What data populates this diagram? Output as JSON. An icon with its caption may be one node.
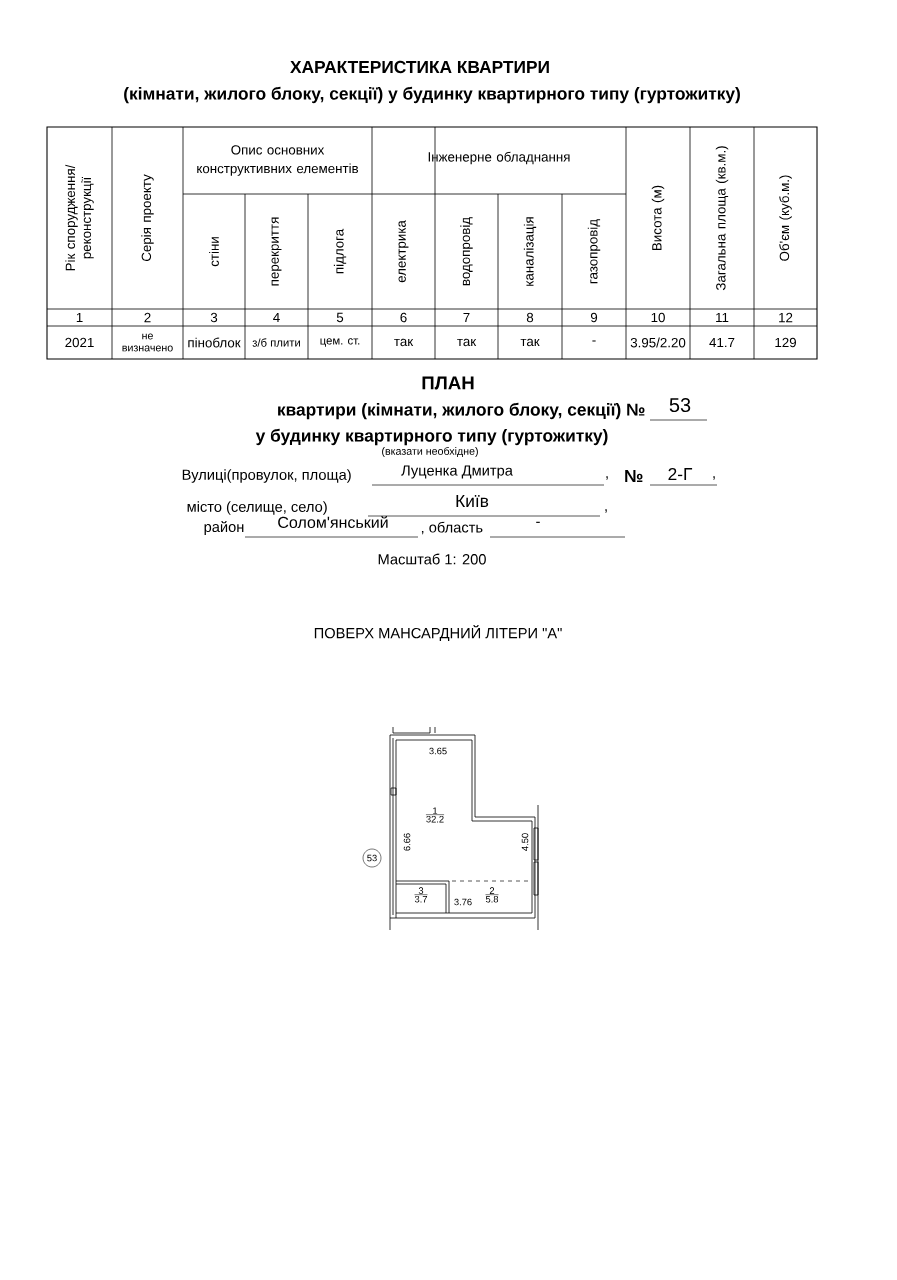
{
  "diagram": {
    "title": "ХАРАКТЕРИСТИКА КВАРТИРИ",
    "nodes": [
      {
        "text": [
          "53"
        ]
      },
      {
        "text": [
          "1",
          "32.2"
        ]
      },
      {
        "text": [
          "3",
          "3.7"
        ]
      },
      {
        "text": [
          "2",
          "5.8"
        ]
      }
    ],
    "labels": [
      "(кімнати, жилого блоку, секції) у будинку квартирного типу (гуртожитку)",
      "Рік спорудження/ реконструкції",
      "Серія проекту",
      "Опис основних конструктивних елементів",
      "Інженерне обладнання",
      "Висота (м)",
      "Загальна площа (кв.м.)",
      "Об'єм (куб.м.)",
      "стіни",
      "перекриття",
      "підлога",
      "електрика",
      "водопровід",
      "каналізація",
      "газопровід",
      "1",
      "2",
      "3",
      "4",
      "5",
      "6",
      "7",
      "8",
      "9",
      "10",
      "11",
      "12",
      "2021",
      "не визначено",
      "піноблок",
      "з/б плити",
      "цем. ст.",
      "так",
      "так",
      "так",
      "-",
      "3.95/2.20",
      "41.7",
      "129",
      "ПЛАН",
      "квартири (кімнати, жилого блоку, секції) №",
      "53",
      "у будинку квартирного типу (гуртожитку)",
      "(вказати необхідне)",
      "Вулиці(провулок, площа)",
      "Луценка Дмитра",
      ",",
      "№",
      "2-Г",
      ",",
      "місто (селище, село)",
      "Київ",
      ",",
      "район",
      "Солом'янський",
      ", область",
      "-",
      "Масштаб 1: 200",
      "ПОВЕРХ МАНСАРДНИЙ ЛІТЕРИ \"А\"",
      "3.65",
      "6.66",
      "4.50",
      "3.76"
    ]
  }
}
